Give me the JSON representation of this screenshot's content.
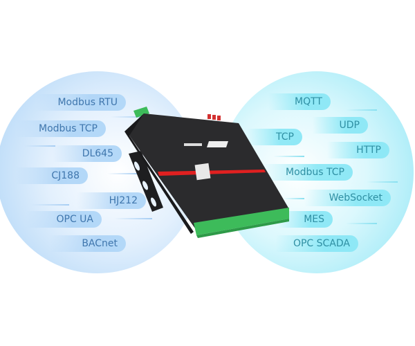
{
  "left_protocols": [
    "Modbus RTU",
    "Modbus TCP",
    "DL645",
    "CJ188",
    "HJ212",
    "OPC UA",
    "BACnet"
  ],
  "right_protocols": [
    "MQTT",
    "UDP",
    "TCP",
    "HTTP",
    "Modbus TCP",
    "WebSocket",
    "MES",
    "OPC SCADA"
  ],
  "colors": {
    "left_text": "#3f76ad",
    "right_text": "#2f8fa3",
    "device_body": "#2a2a2c",
    "device_stripe": "#e02020",
    "terminal_green": "#3dbb5a"
  },
  "device": {
    "icon": "iot-gateway-device-image"
  }
}
